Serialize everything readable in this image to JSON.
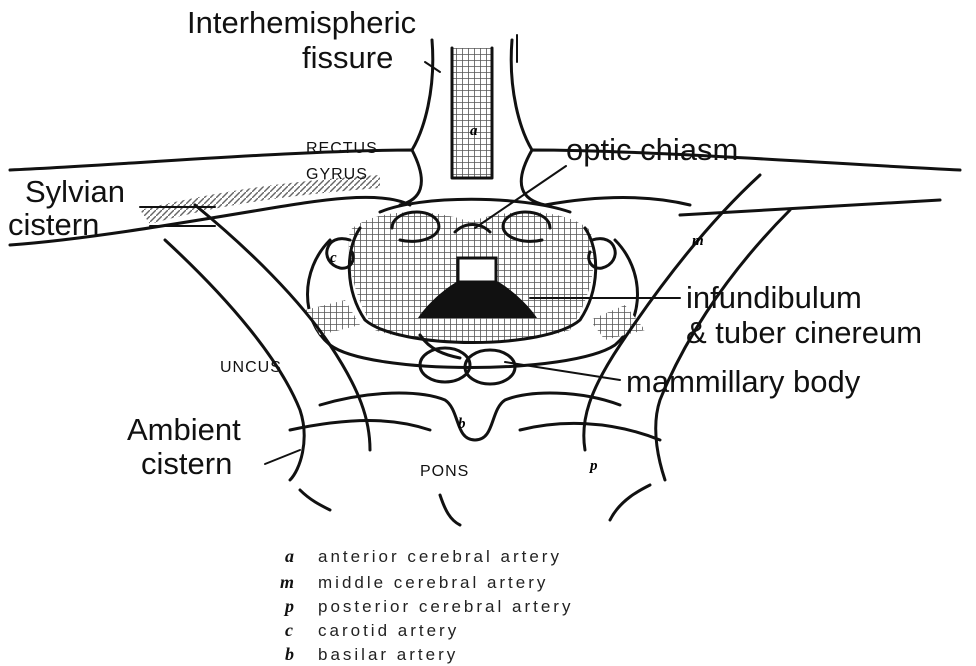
{
  "labels": {
    "interhemispheric_line1": "Interhemispheric",
    "interhemispheric_line2": "fissure",
    "rectus_line1": "RECTUS",
    "rectus_line2": "GYRUS",
    "optic_chiasm": "optic chiasm",
    "sylvian_line1": "Sylvian",
    "sylvian_line2": "cistern",
    "infundibulum_line1": "infundibulum",
    "infundibulum_line2": "& tuber cinereum",
    "uncus": "UNCUS",
    "mammillary_body": "mammillary body",
    "ambient_line1": "Ambient",
    "ambient_line2": "cistern",
    "pons": "PONS"
  },
  "artery_marks": {
    "a": "a",
    "m": "m",
    "c": "c",
    "b": "b",
    "p": "p"
  },
  "legend": [
    {
      "key": "a",
      "text": "anterior cerebral artery"
    },
    {
      "key": "m",
      "text": "middle cerebral artery"
    },
    {
      "key": "p",
      "text": "posterior cerebral artery"
    },
    {
      "key": "c",
      "text": "carotid artery"
    },
    {
      "key": "b",
      "text": "basilar artery"
    }
  ]
}
